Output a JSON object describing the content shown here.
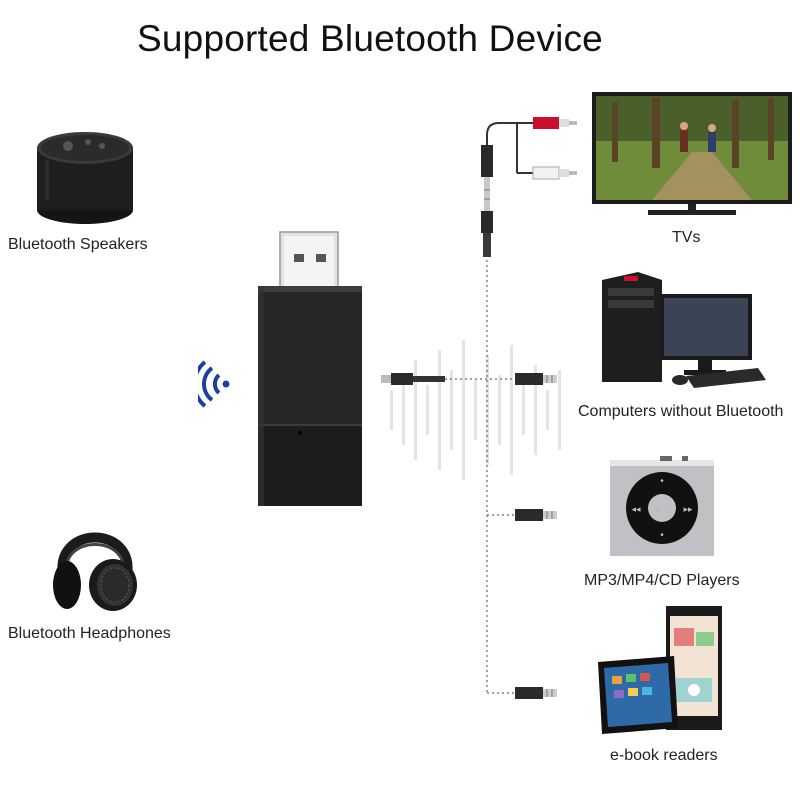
{
  "title": "Supported Bluetooth Device",
  "devices": {
    "speakers": "Bluetooth Speakers",
    "headphones": "Bluetooth Headphones",
    "tvs": "TVs",
    "computers": "Computers without Bluetooth",
    "players": "MP3/MP4/CD Players",
    "ebook": "e-book readers"
  },
  "icons": {
    "bluetooth_signal": "bluetooth-signal-icon",
    "usb_adapter": "usb-bluetooth-adapter",
    "cable": "audio-jack-cable"
  },
  "colors": {
    "bluetooth_blue": "#1f3f9e",
    "device_black": "#1c1c1c",
    "rca_red": "#c8102e"
  }
}
